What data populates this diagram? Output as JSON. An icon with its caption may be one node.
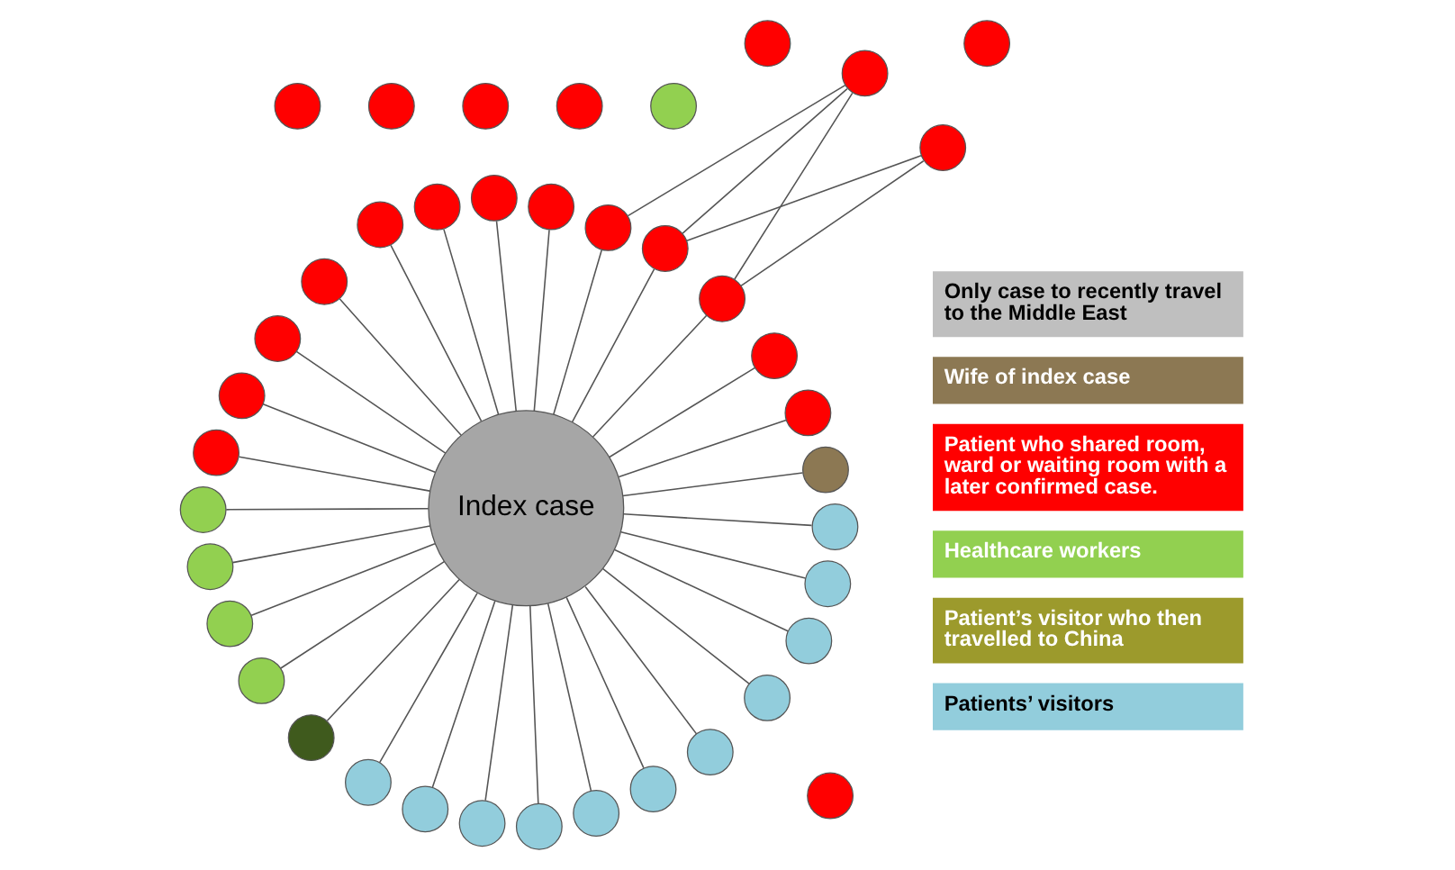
{
  "diagram": {
    "nodes": [
      {
        "text": [
          "Index case"
        ]
      },
      {
        "text": [],
        "shape": "circle"
      },
      {
        "text": [],
        "shape": "circle"
      },
      {
        "text": [],
        "shape": "circle"
      },
      {
        "text": [],
        "shape": "circle"
      },
      {
        "text": [],
        "shape": "circle"
      },
      {
        "text": [],
        "shape": "circle"
      },
      {
        "text": [],
        "shape": "circle"
      },
      {
        "text": [],
        "shape": "circle"
      },
      {
        "text": [],
        "shape": "circle"
      },
      {
        "text": [],
        "shape": "circle"
      },
      {
        "text": [],
        "shape": "circle"
      },
      {
        "text": [],
        "shape": "circle"
      },
      {
        "text": [],
        "shape": "circle"
      },
      {
        "text": [],
        "shape": "circle"
      },
      {
        "text": [],
        "shape": "circle"
      },
      {
        "text": [],
        "shape": "circle"
      },
      {
        "text": [],
        "shape": "circle"
      },
      {
        "text": [],
        "shape": "circle"
      },
      {
        "text": [],
        "shape": "circle"
      },
      {
        "text": [],
        "shape": "circle"
      },
      {
        "text": [],
        "shape": "circle"
      },
      {
        "text": [],
        "shape": "circle"
      },
      {
        "text": [],
        "shape": "circle"
      },
      {
        "text": [],
        "shape": "circle"
      },
      {
        "text": [],
        "shape": "circle"
      },
      {
        "text": [],
        "shape": "circle"
      },
      {
        "text": [],
        "shape": "circle"
      },
      {
        "text": [],
        "shape": "circle"
      },
      {
        "text": [],
        "shape": "circle"
      },
      {
        "text": [],
        "shape": "circle"
      },
      {
        "text": [],
        "shape": "circle"
      },
      {
        "text": [],
        "shape": "circle"
      },
      {
        "text": [],
        "shape": "circle"
      },
      {
        "text": [],
        "shape": "circle"
      },
      {
        "text": [],
        "shape": "circle"
      },
      {
        "text": [],
        "shape": "circle"
      },
      {
        "text": [],
        "shape": "circle"
      },
      {
        "text": [],
        "shape": "circle"
      },
      {
        "text": [],
        "shape": "circle"
      },
      {
        "text": [],
        "shape": "circle"
      }
    ],
    "edges": [
      {
        "from": 0,
        "to": 1,
        "arrow": "none"
      },
      {
        "from": 0,
        "to": 2,
        "arrow": "none"
      },
      {
        "from": 0,
        "to": 3,
        "arrow": "none"
      },
      {
        "from": 0,
        "to": 4,
        "arrow": "none"
      },
      {
        "from": 0,
        "to": 7,
        "arrow": "none"
      },
      {
        "from": 0,
        "to": 8,
        "arrow": "none"
      },
      {
        "from": 4,
        "to": 5,
        "arrow": "none"
      },
      {
        "from": 4,
        "to": 6,
        "arrow": "none"
      },
      {
        "from": 5,
        "to": 7,
        "arrow": "none"
      },
      {
        "from": 6,
        "to": 7,
        "arrow": "none"
      },
      {
        "from": 6,
        "to": 8,
        "arrow": "none"
      },
      {
        "from": 0,
        "to": 11,
        "arrow": "none"
      },
      {
        "from": 0,
        "to": 12,
        "arrow": "none"
      },
      {
        "from": 0,
        "to": 13,
        "arrow": "none"
      },
      {
        "from": 0,
        "to": 14,
        "arrow": "none"
      },
      {
        "from": 0,
        "to": 15,
        "arrow": "none"
      },
      {
        "from": 0,
        "to": 16,
        "arrow": "none"
      },
      {
        "from": 0,
        "to": 17,
        "arrow": "none"
      },
      {
        "from": 0,
        "to": 18,
        "arrow": "none"
      },
      {
        "from": 0,
        "to": 25,
        "arrow": "none"
      },
      {
        "from": 0,
        "to": 26,
        "arrow": "none"
      },
      {
        "from": 0,
        "to": 27,
        "arrow": "none"
      },
      {
        "from": 0,
        "to": 28,
        "arrow": "none"
      },
      {
        "from": 0,
        "to": 29,
        "arrow": "none"
      },
      {
        "from": 0,
        "to": 30,
        "arrow": "none"
      },
      {
        "from": 0,
        "to": 31,
        "arrow": "none"
      },
      {
        "from": 0,
        "to": 32,
        "arrow": "none"
      },
      {
        "from": 0,
        "to": 33,
        "arrow": "none"
      },
      {
        "from": 0,
        "to": 34,
        "arrow": "none"
      },
      {
        "from": 0,
        "to": 35,
        "arrow": "none"
      },
      {
        "from": 0,
        "to": 36,
        "arrow": "none"
      },
      {
        "from": 0,
        "to": 37,
        "arrow": "none"
      },
      {
        "from": 0,
        "to": 38,
        "arrow": "none"
      },
      {
        "from": 0,
        "to": 39,
        "arrow": "none"
      },
      {
        "from": 0,
        "to": 40,
        "arrow": "none"
      }
    ],
    "legend": [
      {
        "text": "Only case to recently travel to the Middle East",
        "color": "#bfbfbf"
      },
      {
        "text": "Wife of index case",
        "color": "#8c7853"
      },
      {
        "text": "Patient who shared room, ward or waiting room with a later confirmed case.",
        "color": "#ff0000"
      },
      {
        "text": "Healthcare workers",
        "color": "#92d050"
      },
      {
        "text": "Patient’s visitor who then travelled to China",
        "color": "#9c9a2c"
      },
      {
        "text": "Patients’ visitors",
        "color": "#92cddc"
      }
    ]
  }
}
